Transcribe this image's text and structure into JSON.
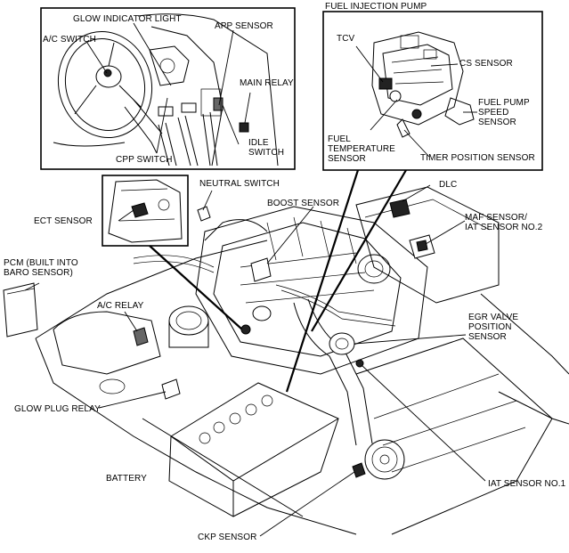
{
  "labels": {
    "glow_indicator_light": "GLOW INDICATOR LIGHT",
    "app_sensor": "APP SENSOR",
    "ac_switch": "A/C SWITCH",
    "main_relay": "MAIN RELAY",
    "cpp_switch": "CPP SWITCH",
    "idle_switch": [
      "IDLE",
      "SWITCH"
    ],
    "fuel_injection_pump": "FUEL INJECTION PUMP",
    "tcv": "TCV",
    "cs_sensor": "CS SENSOR",
    "fuel_pump_speed_sensor": [
      "FUEL PUMP",
      "SPEED",
      "SENSOR"
    ],
    "fuel_temperature_sensor": [
      "FUEL",
      "TEMPERATURE",
      "SENSOR"
    ],
    "timer_position_sensor": "TIMER POSITION SENSOR",
    "neutral_switch": "NEUTRAL SWITCH",
    "dlc": "DLC",
    "ect_sensor": "ECT SENSOR",
    "boost_sensor": "BOOST SENSOR",
    "maf_sensor": [
      "MAF SENSOR/",
      "IAT SENSOR NO.2"
    ],
    "pcm": [
      "PCM (BUILT INTO",
      "BARO SENSOR)"
    ],
    "ac_relay": "A/C RELAY",
    "egr_valve_position_sensor": [
      "EGR VALVE",
      "POSITION",
      "SENSOR"
    ],
    "glow_plug_relay": "GLOW PLUG RELAY",
    "battery": "BATTERY",
    "iat_sensor_no1": "IAT SENSOR NO.1",
    "ckp_sensor": "CKP SENSOR"
  }
}
